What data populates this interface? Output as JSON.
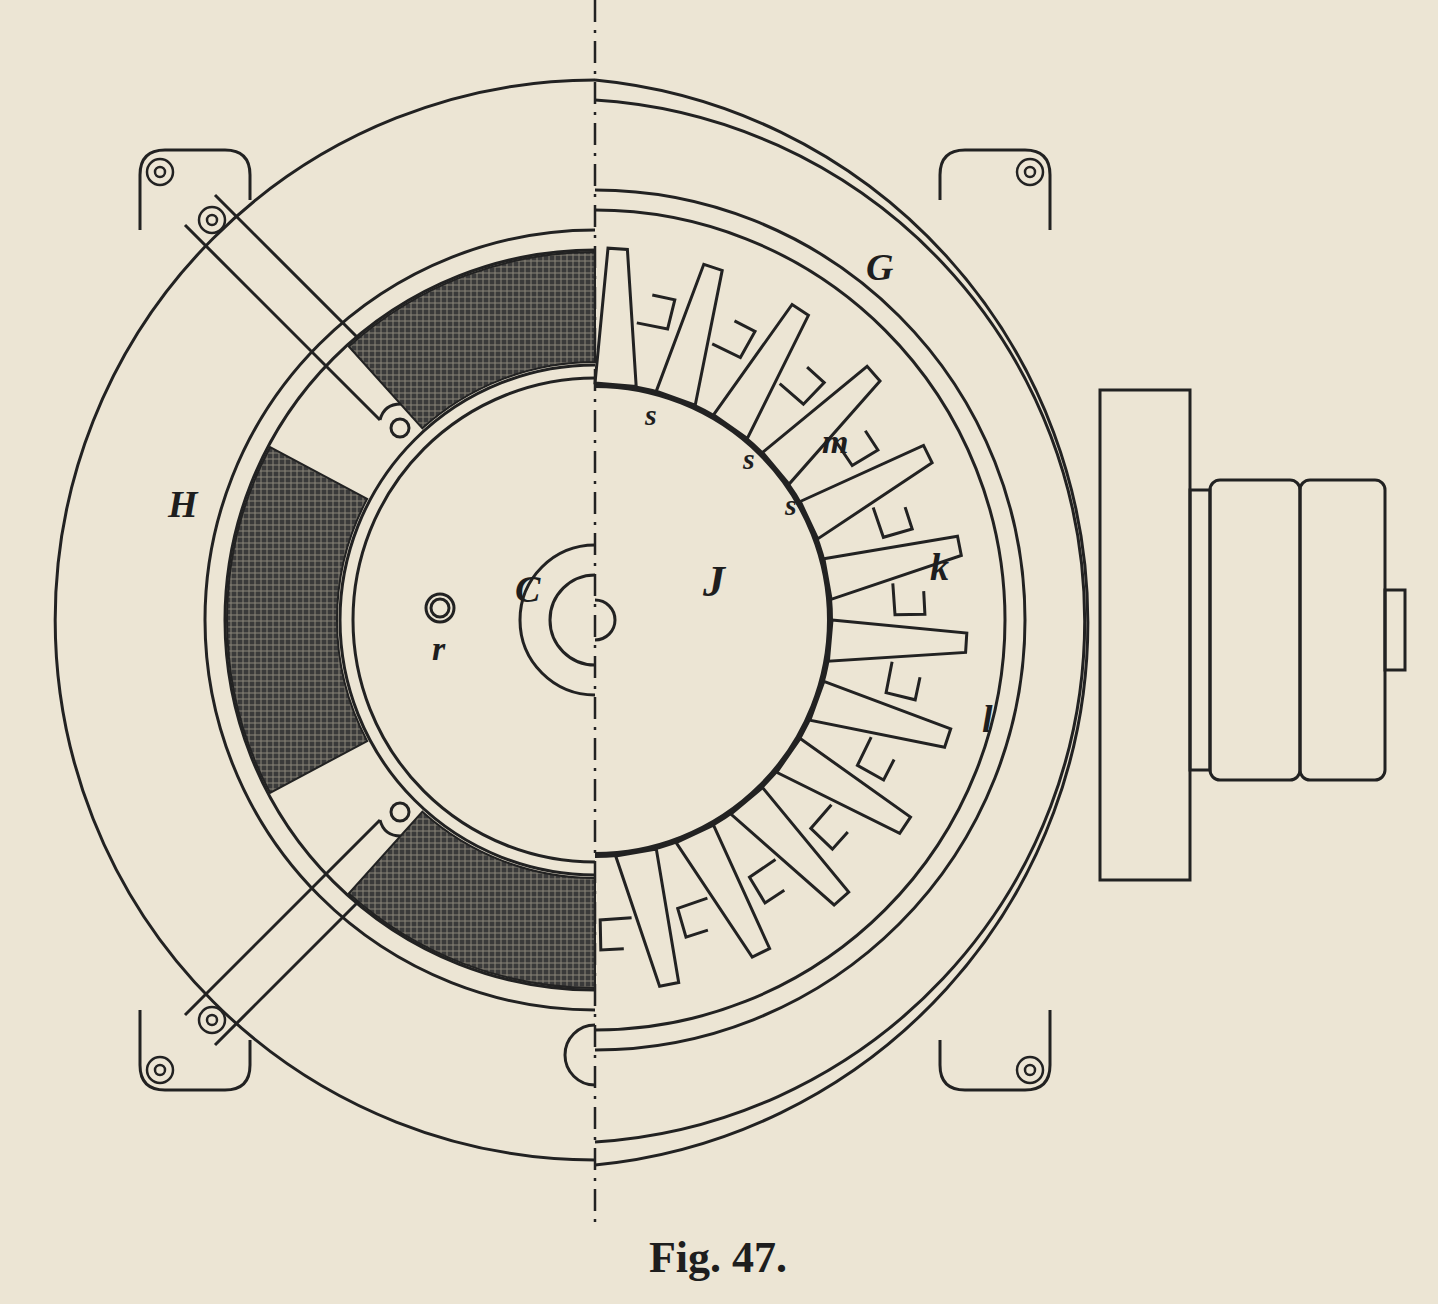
{
  "diagram": {
    "caption": "Fig. 47.",
    "labels": [
      "H",
      "C",
      "r",
      "s",
      "s",
      "s",
      "J",
      "m",
      "k",
      "l",
      "G"
    ]
  }
}
